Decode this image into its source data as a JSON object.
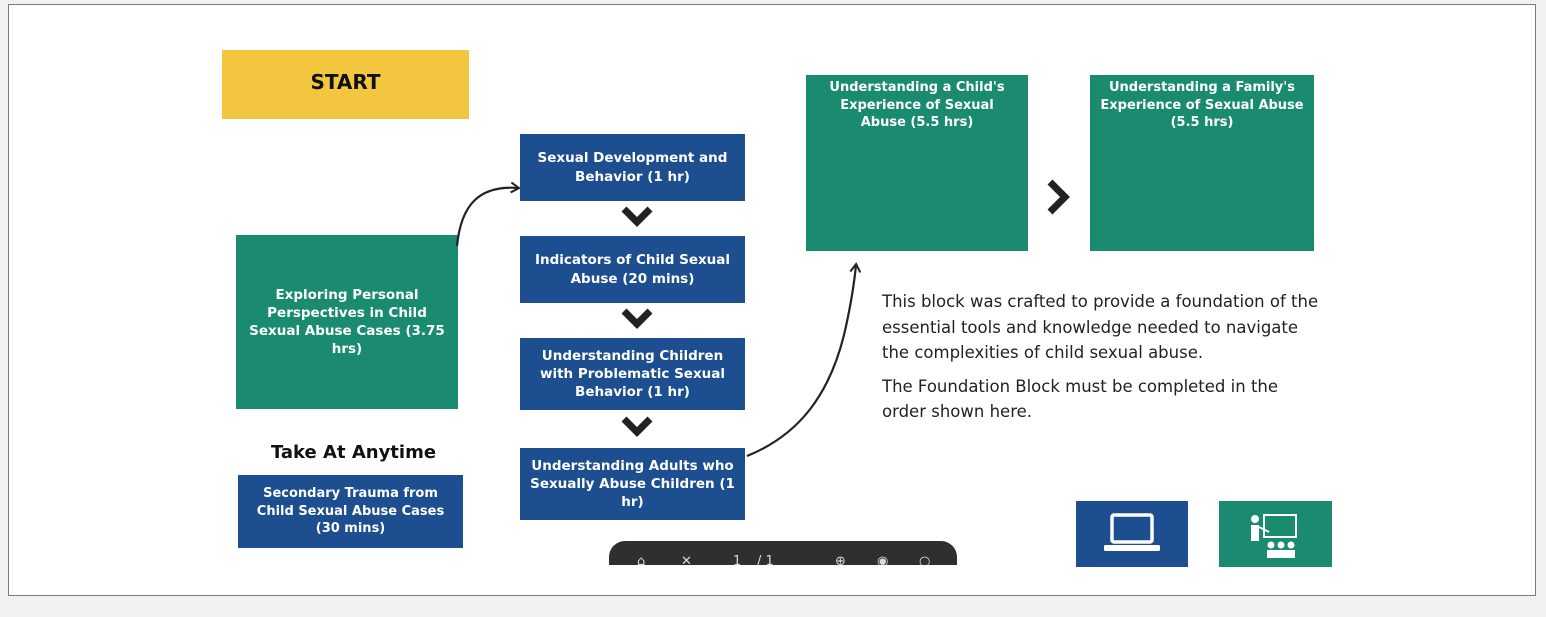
{
  "start": {
    "label": "START"
  },
  "boxes": {
    "exploring": "Exploring Personal Perspectives in Child Sexual Abuse Cases (3.75 hrs)",
    "sexual_development": "Sexual Development and Behavior (1 hr)",
    "indicators": "Indicators of Child Sexual Abuse (20 mins)",
    "problematic_behavior": "Understanding Children with Problematic Sexual Behavior (1 hr)",
    "adults": "Understanding Adults who Sexually Abuse Children (1 hr)",
    "child_experience": "Understanding a Child's Experience of Sexual Abuse (5.5 hrs)",
    "family_experience": "Understanding a Family's Experience of Sexual Abuse (5.5 hrs)",
    "secondary_trauma": "Secondary Trauma from Child Sexual Abuse Cases (30 mins)"
  },
  "take_anytime": {
    "label": "Take At Anytime"
  },
  "description": {
    "para1": "This block was crafted to provide a foundation of the essential tools and knowledge needed to navigate the complexities of child sexual abuse.",
    "para2": "The Foundation Block must be completed in the order shown here."
  },
  "icons": {
    "online": "laptop-icon",
    "classroom": "classroom-presentation-icon"
  },
  "toolbar": {
    "page_current": "1",
    "page_total": "/ 1"
  },
  "colors": {
    "start": "#f2c63e",
    "blue": "#1d4e8f",
    "green": "#1a8a70"
  }
}
